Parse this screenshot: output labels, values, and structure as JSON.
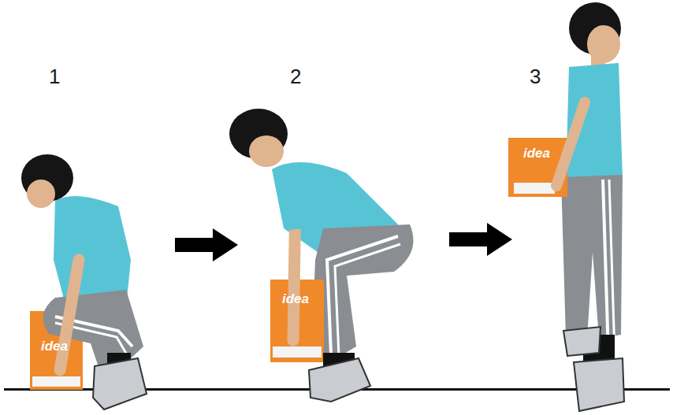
{
  "diagram": {
    "labels": [
      "1",
      "2",
      "3",
      "idea",
      "idea",
      "idea"
    ]
  }
}
